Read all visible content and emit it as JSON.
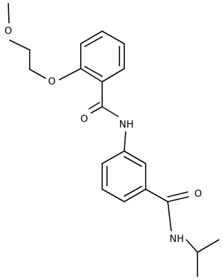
{
  "molecule": {
    "atom_labels": {
      "o_methoxy": "O",
      "o_ether": "O",
      "o_amide1": "O",
      "n_amide1": "NH",
      "o_amide2": "O",
      "n_amide2": "NH"
    }
  }
}
